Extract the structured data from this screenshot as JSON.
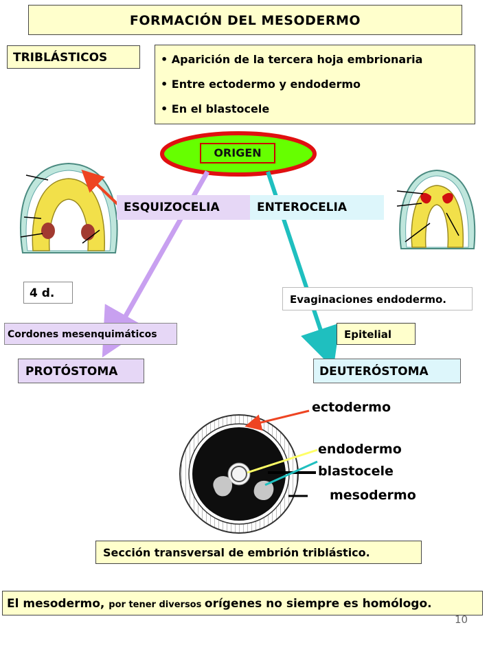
{
  "title": "FORMACIÓN DEL MESODERMO",
  "triblasticos": "TRIBLÁSTICOS",
  "bullets": [
    "• Aparición de la tercera hoja embrionaria",
    "• Entre ectodermo y endodermo",
    "• En el blastocele"
  ],
  "origen": "ORIGEN",
  "esquizocelia": "ESQUIZOCELIA",
  "enterocelia": "ENTEROCELIA",
  "dias": "4 d.",
  "evaginaciones": "Evaginaciones endodermo.",
  "cordones": "Cordones mesenquimáticos",
  "epitelial": "Epitelial",
  "protostoma": "PROTÓSTOMA",
  "deuterostoma": "DEUTERÓSTOMA",
  "labels": {
    "ectodermo": "ectodermo",
    "endodermo": "endodermo",
    "blastocele": "blastocele",
    "mesodermo": "mesodermo"
  },
  "seccion": "Sección transversal de embrión triblástico.",
  "bottom": {
    "part1": "El mesodermo, ",
    "part2": "por tener diversos ",
    "part3": "orígenes no siempre es homólogo."
  },
  "page_number": "10",
  "colors": {
    "box_yellow": "#ffffcc",
    "lavender": "#e6d7f6",
    "light_cyan": "#ddf6fb",
    "origen_ellipse": "#66ff00",
    "red": "#e01010",
    "arrow_purple": "#c8a0f0",
    "arrow_teal": "#1fbfbf",
    "arrow_orange": "#ee4422"
  }
}
